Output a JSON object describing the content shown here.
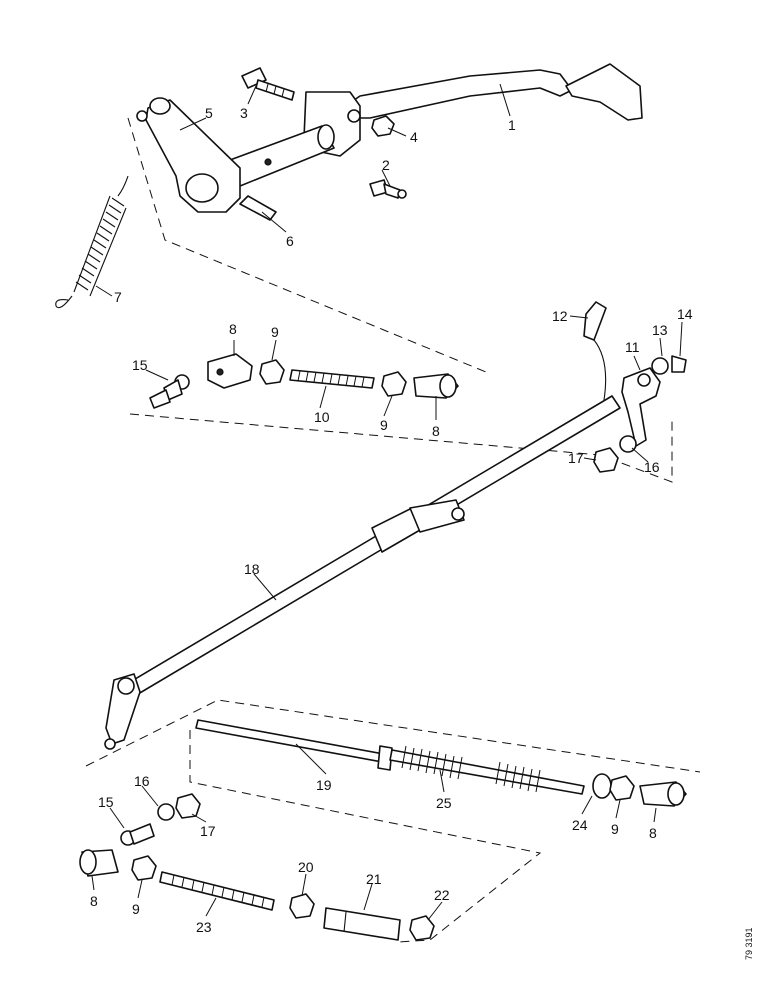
{
  "callouts": {
    "c1": "1",
    "c2": "2",
    "c3": "3",
    "c4": "4",
    "c5": "5",
    "c6": "6",
    "c7": "7",
    "c8a": "8",
    "c9a": "9",
    "c10": "10",
    "c9b": "9",
    "c8b": "8",
    "c11": "11",
    "c12": "12",
    "c13": "13",
    "c14": "14",
    "c15a": "15",
    "c16a": "16",
    "c17a": "17",
    "c18": "18",
    "c19": "19",
    "c25": "25",
    "c24": "24",
    "c9c": "9",
    "c8c": "8",
    "c16b": "16",
    "c15b": "15",
    "c17b": "17",
    "c8d": "8",
    "c9d": "9",
    "c23": "23",
    "c20": "20",
    "c21": "21",
    "c22": "22"
  },
  "figure_code": "79 3191"
}
